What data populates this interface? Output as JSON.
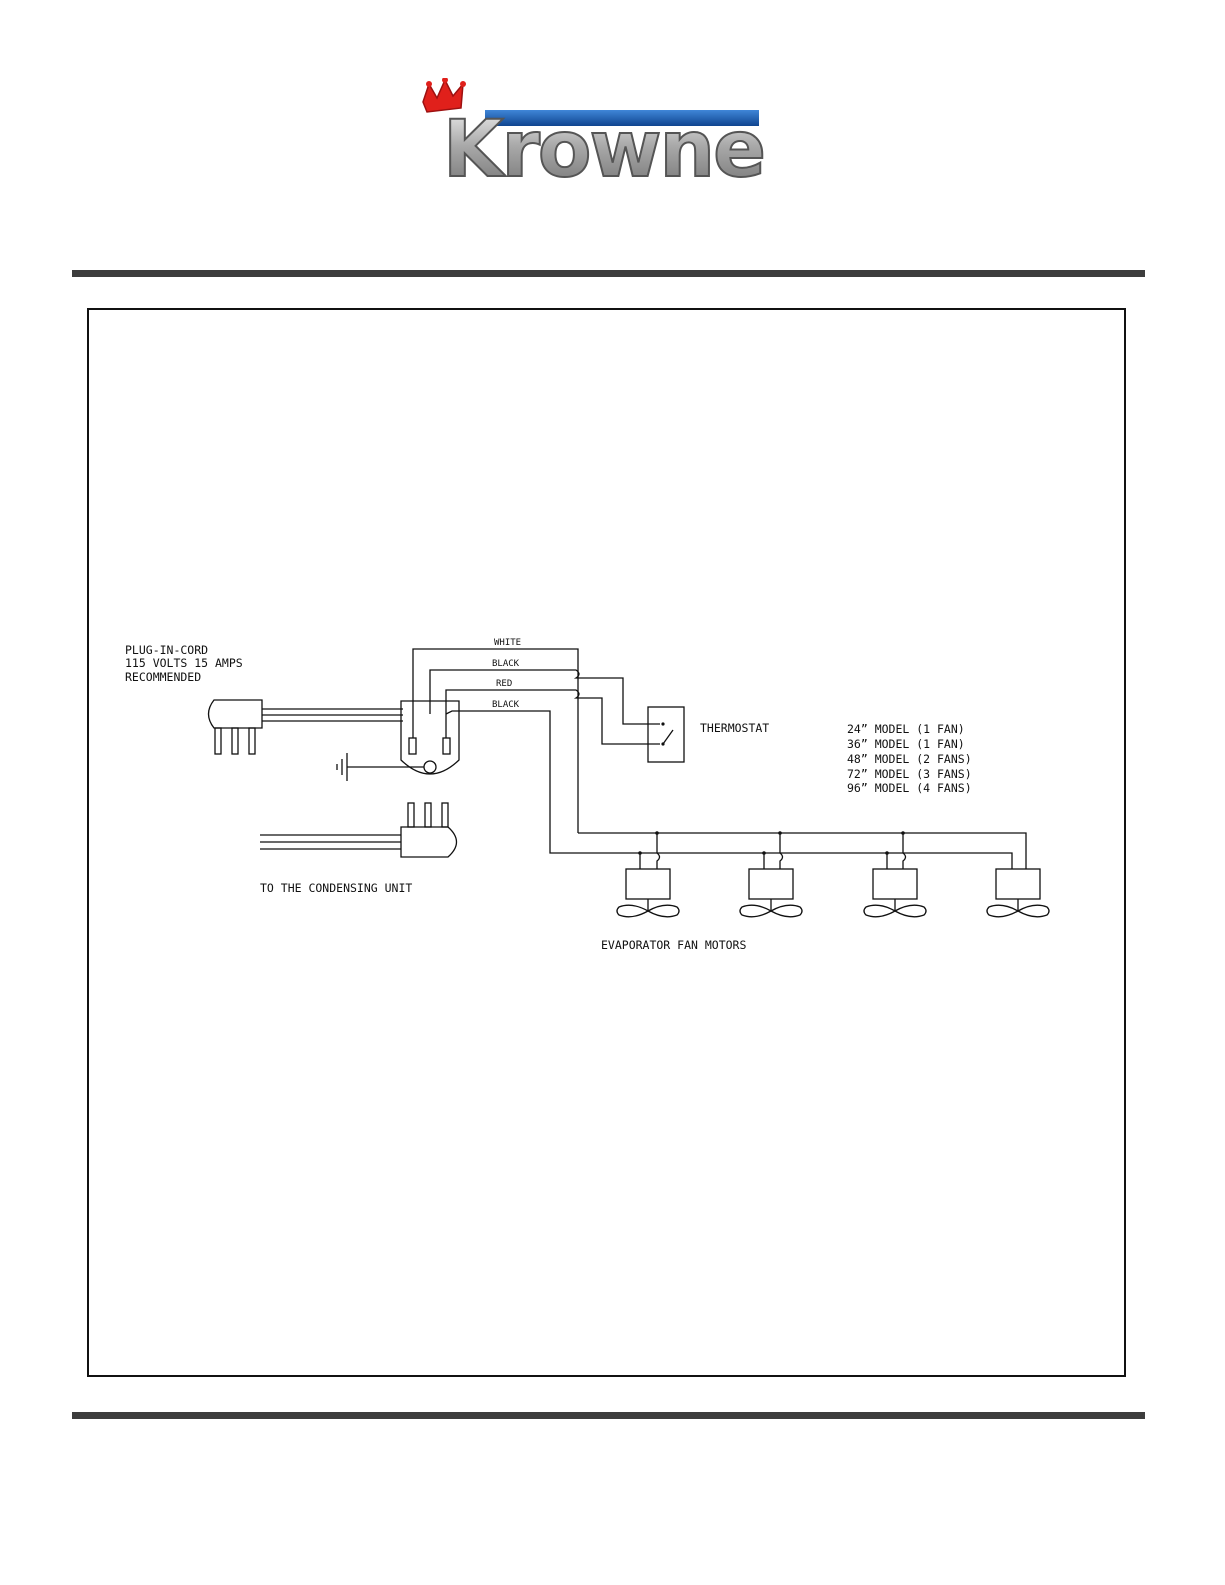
{
  "brand": {
    "logo_text": "Krowne",
    "accent": "#1d5fb0",
    "crown_color": "#e0201b"
  },
  "diagram": {
    "plug_label_lines": [
      "PLUG-IN-CORD",
      "115 VOLTS 15 AMPS",
      "RECOMMENDED"
    ],
    "wires": {
      "white": "WHITE",
      "black_1": "BLACK",
      "red": "RED",
      "black_2": "BLACK"
    },
    "thermostat": "THERMOSTAT",
    "models": [
      "24” MODEL (1 FAN)",
      "36” MODEL (1 FAN)",
      "48” MODEL (2 FANS)",
      "72” MODEL (3 FANS)",
      "96” MODEL (4 FANS)"
    ],
    "condensing_unit": "TO THE CONDENSING UNIT",
    "fan_motors": "EVAPORATOR FAN MOTORS"
  }
}
